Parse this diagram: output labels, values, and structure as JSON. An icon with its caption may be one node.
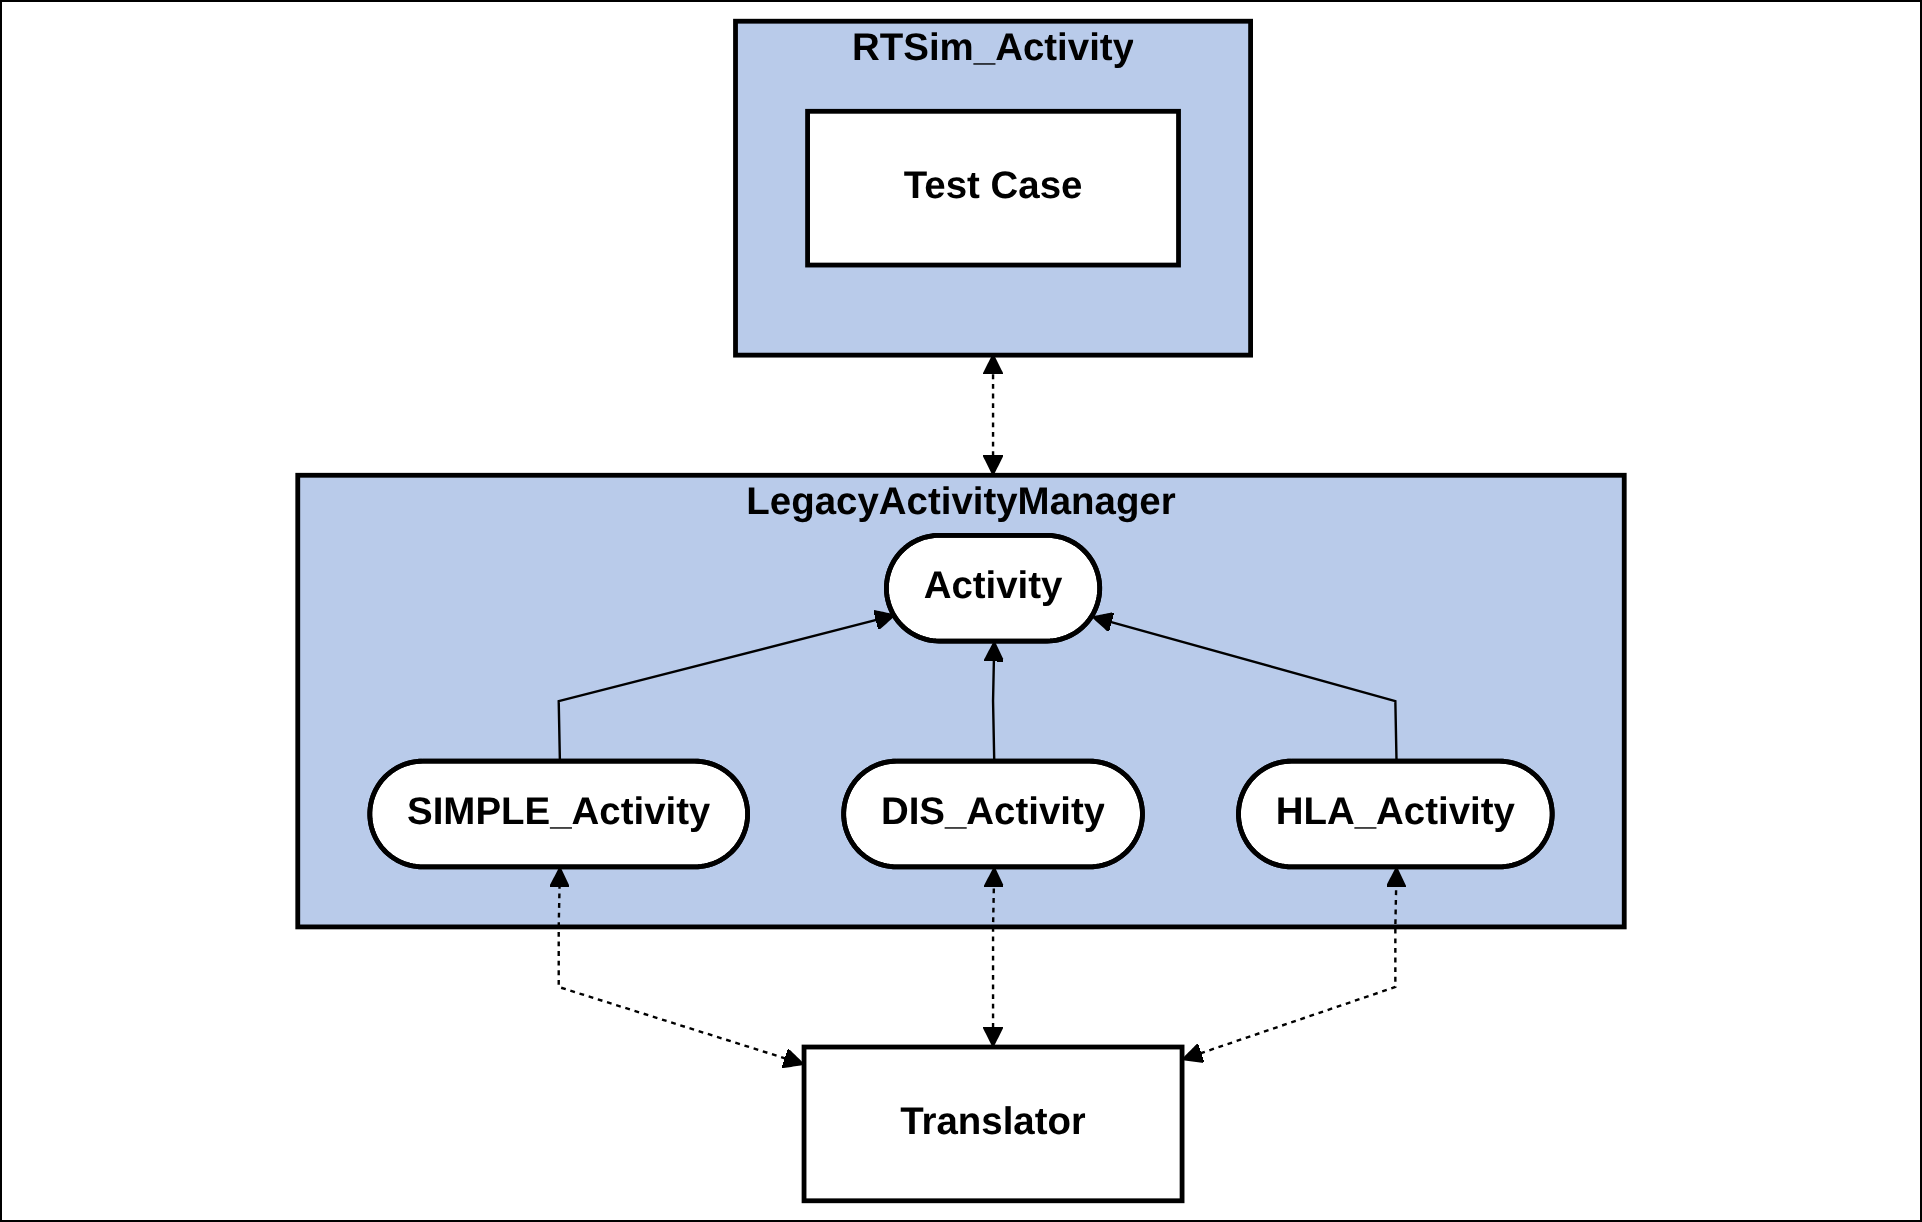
{
  "diagram": {
    "nodes": [
      {
        "text": [
          "LegacyActivityManager"
        ]
      },
      {
        "text": [
          "Activity"
        ],
        "in": 0
      },
      {
        "text": [
          "SIMPLE_Activity"
        ],
        "in": 0
      },
      {
        "text": [
          "DIS_Activity"
        ],
        "in": 0
      },
      {
        "text": [
          "HLA_Activity"
        ],
        "in": 0
      },
      {
        "text": [
          "RTSim_Activity"
        ]
      },
      {
        "text": [
          "Test Case"
        ],
        "in": 5
      },
      {
        "text": [
          "Translator"
        ]
      }
    ],
    "edges": [
      {
        "from": 2,
        "to": 1,
        "arrow": "to"
      },
      {
        "from": 3,
        "to": 1,
        "arrow": "to"
      },
      {
        "from": 4,
        "to": 1,
        "arrow": "to"
      },
      {
        "from": 0,
        "to": 5,
        "arrow": "both",
        "style": "dashed"
      },
      {
        "from": 7,
        "to": 2,
        "arrow": "both",
        "style": "dashed"
      },
      {
        "from": 7,
        "to": 3,
        "arrow": "both",
        "style": "dashed"
      },
      {
        "from": 7,
        "to": 4,
        "arrow": "both",
        "style": "dashed"
      }
    ]
  }
}
